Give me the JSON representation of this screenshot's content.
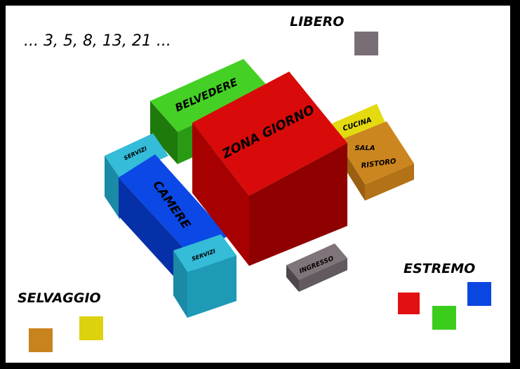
{
  "sequence": "... 3, 5, 8, 13, 21 ...",
  "legend": {
    "libero": {
      "label": "LIBERO",
      "swatches": [
        "#7a6e76"
      ]
    },
    "estremo": {
      "label": "ESTREMO",
      "swatches": [
        "#e21010",
        "#3ccc1c",
        "#0a46e0"
      ]
    },
    "selvaggio": {
      "label": "SELVAGGIO",
      "swatches": [
        "#c8821e",
        "#dcd20e"
      ]
    }
  },
  "blocks": {
    "belvedere": "BELVEDERE",
    "zona_giorno": "ZONA GIORNO",
    "cucina": "CUCINA",
    "sala_ristoro": [
      "SALA",
      "RISTORO"
    ],
    "servizi_top": "SERVIZI",
    "camere": "CAMERE",
    "servizi_bottom": "SERVIZI",
    "ingresso": "INGRESSO"
  },
  "colors": {
    "green": "#3ccc1c",
    "red": "#e21010",
    "blue": "#0a46e0",
    "cyan": "#2fb6d2",
    "yellow": "#dcd20e",
    "orange": "#c8821e",
    "grey": "#7a6e76"
  }
}
